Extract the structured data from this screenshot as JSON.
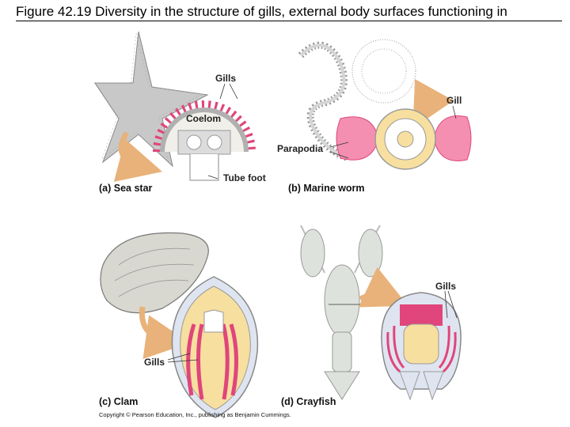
{
  "title": "Figure 42.19  Diversity in the structure of gills, external body surfaces functioning in",
  "panels": {
    "a": {
      "caption": "(a) Sea star",
      "label_gills": "Gills",
      "label_coelom": "Coelom",
      "label_tube_foot": "Tube foot"
    },
    "b": {
      "caption": "(b) Marine worm",
      "label_gill": "Gill",
      "label_parapodia": "Parapodia"
    },
    "c": {
      "caption": "(c) Clam",
      "label_gills": "Gills"
    },
    "d": {
      "caption": "(d) Crayfish",
      "label_gills": "Gills"
    }
  },
  "copyright": "Copyright © Pearson Education, Inc., publishing as Benjamin Cummings.",
  "colors": {
    "gill_pink": "#e0457b",
    "tissue_pink": "#f48fb1",
    "arrow_tan": "#e8b27a",
    "yolk": "#f7dfa0",
    "gray": "#b8b8b8"
  }
}
